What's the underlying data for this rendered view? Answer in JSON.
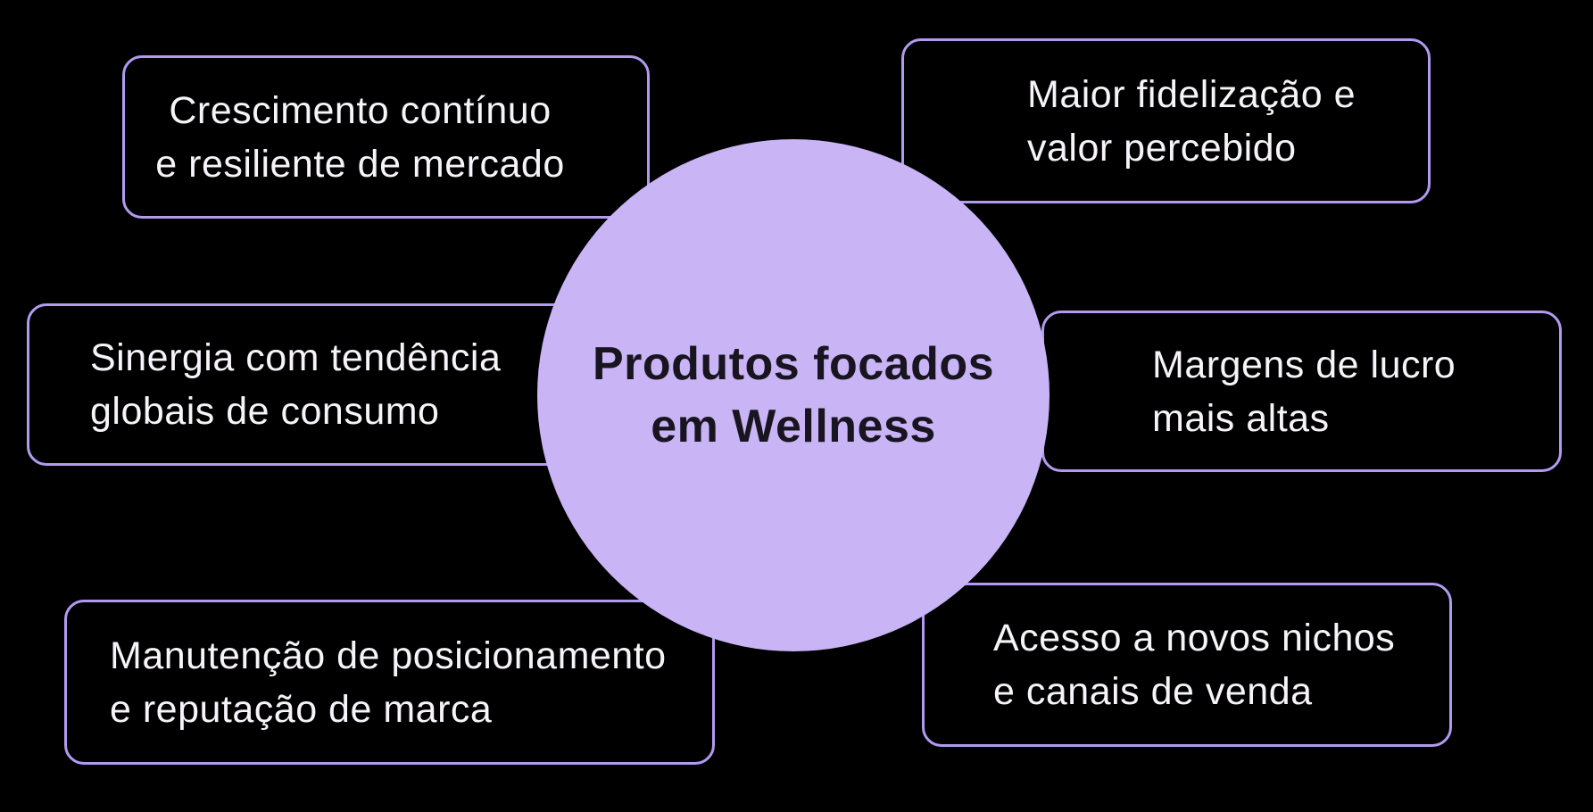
{
  "diagram": {
    "title": "Produtos focados em Wellness",
    "center": {
      "lines": [
        "Produtos focados",
        "em Wellness"
      ]
    },
    "nodes": [
      {
        "id": "top-left",
        "lines": [
          "Crescimento contínuo",
          "e resiliente de mercado"
        ]
      },
      {
        "id": "top-right",
        "lines": [
          "Maior fidelização e",
          "valor percebido"
        ]
      },
      {
        "id": "middle-left",
        "lines": [
          "Sinergia com tendência",
          "globais de consumo"
        ]
      },
      {
        "id": "middle-right",
        "lines": [
          "Margens de lucro",
          "mais altas"
        ]
      },
      {
        "id": "bottom-left",
        "lines": [
          "Manutenção de posicionamento",
          "e reputação de marca"
        ]
      },
      {
        "id": "bottom-right",
        "lines": [
          "Acesso a novos nichos",
          "e canais de venda"
        ]
      }
    ],
    "colors": {
      "background": "#000000",
      "circle_fill": "#c9b4f5",
      "box_border": "#b29af0",
      "box_text": "#f6f3f9",
      "center_text": "#191520"
    }
  }
}
